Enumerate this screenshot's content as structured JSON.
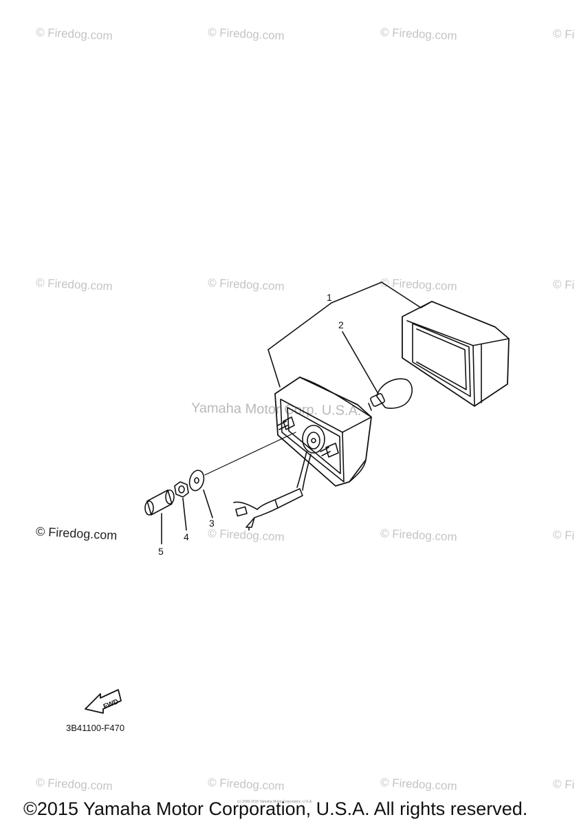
{
  "watermarks": [
    "© Firedog.com",
    "© Firedog.com",
    "© Firedog.com",
    "© Fi",
    "© Firedog.com",
    "© Firedog.com",
    "© Firedog.com",
    "© Fi",
    "© Firedog.com",
    "© Firedog.com",
    "© Fi",
    "© Firedog.com",
    "© Firedog.com",
    "© Firedog.com",
    "© Fi"
  ],
  "watermark_dark": "© Firedog.com",
  "center_watermark": "Yamaha Motor Corp. U.S.A.",
  "callouts": [
    "1",
    "2",
    "3",
    "4",
    "5"
  ],
  "fwd_label": "FWD",
  "diagram_code": "3B41100-F470",
  "tiny_credit": "(c) 2000-2015 Yamaha Motor Corporation, U.S.A.",
  "copyright": "©2015 Yamaha Motor Corporation, U.S.A. All rights reserved.",
  "colors": {
    "line": "#111111",
    "watermark": "#c4c4c4",
    "background": "#ffffff"
  }
}
